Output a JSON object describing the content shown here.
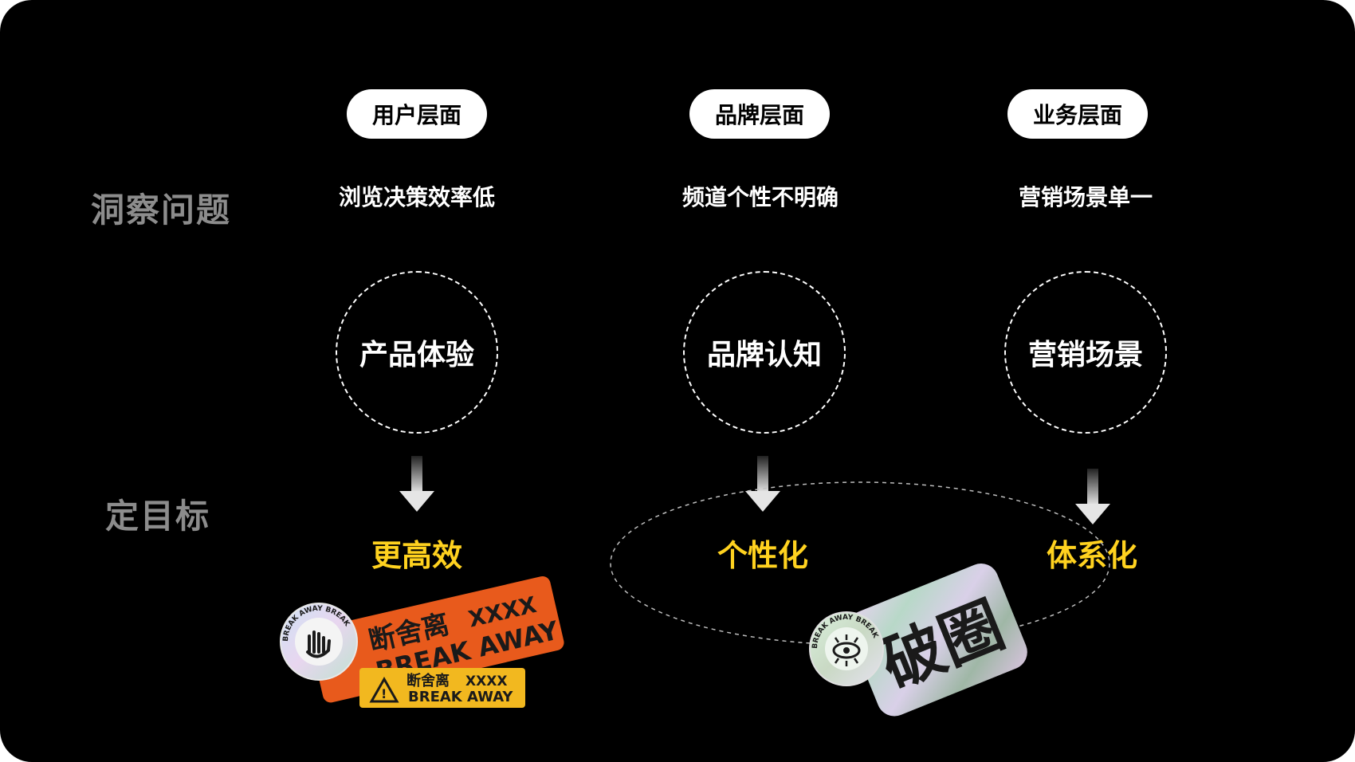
{
  "row_labels": {
    "problems": "洞察问题",
    "goals": "定目标"
  },
  "columns": [
    {
      "level": "用户层面",
      "problem": "浏览决策效率低",
      "area": "产品体验",
      "goal": "更高效"
    },
    {
      "level": "品牌层面",
      "problem": "频道个性不明确",
      "area": "品牌认知",
      "goal": "个性化"
    },
    {
      "level": "业务层面",
      "problem": "营销场景单一",
      "area": "营销场景",
      "goal": "体系化"
    }
  ],
  "stickers": {
    "orange_cn": "断舍离",
    "orange_xxxx": "XXXX",
    "orange_en": "BREAK AWAY",
    "yellow_cn": "断舍离",
    "yellow_xxxx": "XXXX",
    "yellow_en": "BREAK AWAY",
    "badge_ring": "BREAK AWAY BREAK",
    "holo_text": "破圈"
  },
  "colors": {
    "background": "#000000",
    "goal": "#ffd21f",
    "label_gray": "#8c8c8c",
    "orange_sticker": "#e85a1c",
    "yellow_sticker": "#f2b81f"
  }
}
